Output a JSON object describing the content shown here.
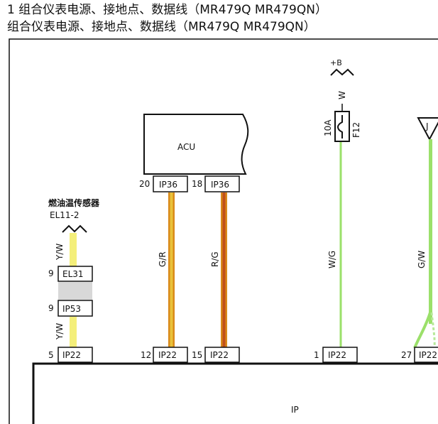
{
  "header": {
    "title_line1": "1 组合仪表电源、接地点、数据线（MR479Q MR479QN）",
    "title_line2": "组合仪表电源、接地点、数据线（MR479Q MR479QN）"
  },
  "diagram": {
    "acu_label": "ACU",
    "ip_label": "IP",
    "sensor": {
      "name": "燃油温传感器",
      "code": "EL11-2"
    },
    "fuse": {
      "rating": "10A",
      "name": "F12",
      "supply": "+B",
      "wire": "W"
    },
    "ground_label": "J",
    "connectors": {
      "acu_pin20": {
        "pin": "20",
        "name": "IP36"
      },
      "acu_pin18": {
        "pin": "18",
        "name": "IP36"
      },
      "el31": {
        "pin": "9",
        "name": "EL31"
      },
      "ip53": {
        "pin": "9",
        "name": "IP53"
      },
      "ip22_a": {
        "pin": "5",
        "name": "IP22"
      },
      "ip22_b": {
        "pin": "12",
        "name": "IP22"
      },
      "ip22_c": {
        "pin": "15",
        "name": "IP22"
      },
      "ip22_d": {
        "pin": "1",
        "name": "IP22"
      },
      "ip22_e": {
        "pin": "27",
        "name": "IP22"
      }
    },
    "wires": {
      "yw_upper": "Y/W",
      "yw_lower": "Y/W",
      "gr": "G/R",
      "rg": "R/G",
      "wg": "W/G",
      "gw": "G/W"
    },
    "colors": {
      "yellow_wire": "#f4ef7a",
      "orange_wire": "#d98a1a",
      "green_wire": "#9be06a",
      "frame": "#111111"
    }
  }
}
